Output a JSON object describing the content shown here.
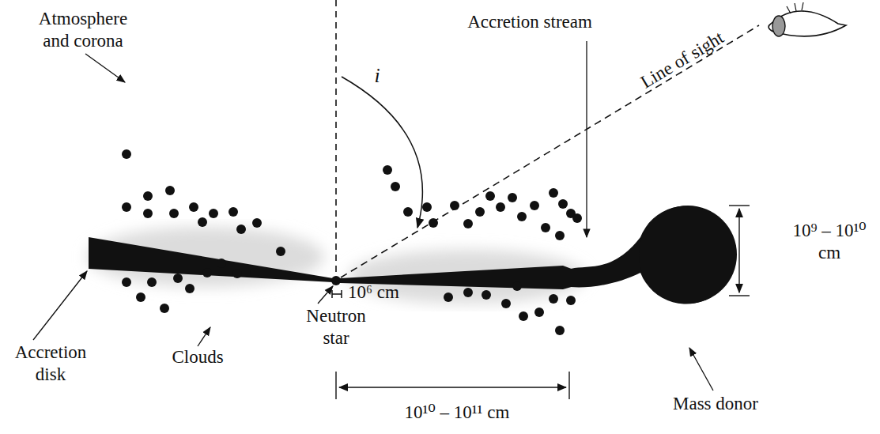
{
  "diagram": {
    "labels": [
      "Atmosphere and corona",
      "Accretion stream",
      "Line of sight",
      "i",
      "10⁹ – 10¹⁰ cm",
      "10⁶ cm",
      "Neutron star",
      "Accretion disk",
      "Clouds",
      "10¹⁰ – 10¹¹ cm",
      "Mass donor"
    ]
  }
}
